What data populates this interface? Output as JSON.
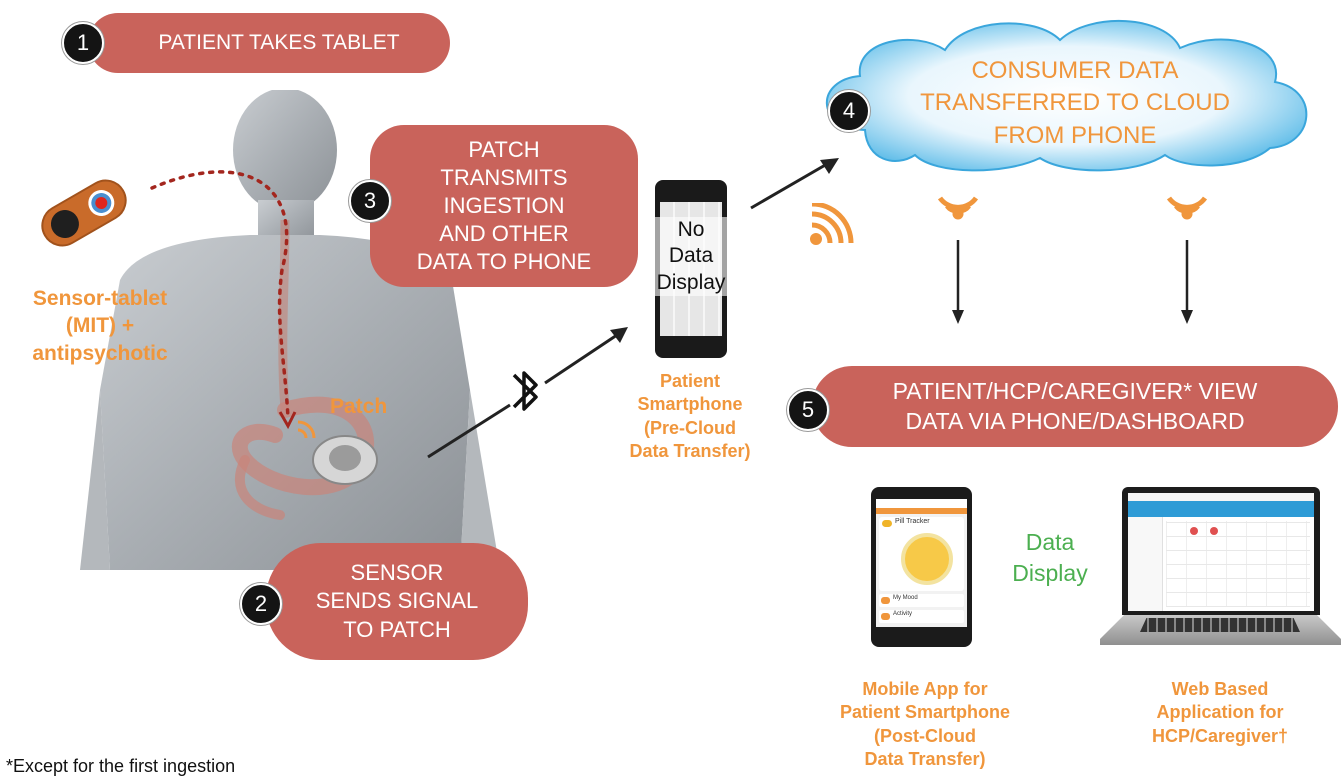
{
  "steps": {
    "s1": {
      "num": "1",
      "text": "PATIENT TAKES TABLET"
    },
    "s2": {
      "num": "2",
      "lines": [
        "SENSOR",
        "SENDS SIGNAL",
        "TO PATCH"
      ]
    },
    "s3": {
      "num": "3",
      "lines": [
        "PATCH",
        "TRANSMITS",
        "INGESTION",
        "AND OTHER",
        "DATA TO PHONE"
      ]
    },
    "s4": {
      "num": "4",
      "lines": [
        "CONSUMER DATA",
        "TRANSFERRED TO CLOUD",
        "FROM PHONE"
      ]
    },
    "s5": {
      "num": "5",
      "lines": [
        "PATIENT/HCP/CAREGIVER* VIEW",
        "DATA VIA PHONE/DASHBOARD"
      ]
    }
  },
  "labels": {
    "sensor_tablet": [
      "Sensor-tablet",
      "(MIT) +",
      "antipsychotic"
    ],
    "patch": "Patch",
    "phone_screen": [
      "No",
      "Data",
      "Display"
    ],
    "patient_phone": [
      "Patient",
      "Smartphone",
      "(Pre-Cloud",
      "Data Transfer)"
    ],
    "data_display": [
      "Data",
      "Display"
    ],
    "mobile_app": [
      "Mobile App for",
      "Patient Smartphone",
      "(Post-Cloud",
      "Data Transfer)"
    ],
    "web_app": [
      "Web Based",
      "Application for",
      "HCP/Caregiver†"
    ],
    "footnote": "*Except for the first ingestion"
  },
  "app_ui": {
    "pill_tracker": "Pill Tracker",
    "my_mood": "My Mood",
    "activity": "Activity"
  },
  "colors": {
    "step_box": "#c9635b",
    "accent_orange": "#f0963c",
    "data_display_green": "#4caf50",
    "cloud_text": "#f0963c"
  }
}
